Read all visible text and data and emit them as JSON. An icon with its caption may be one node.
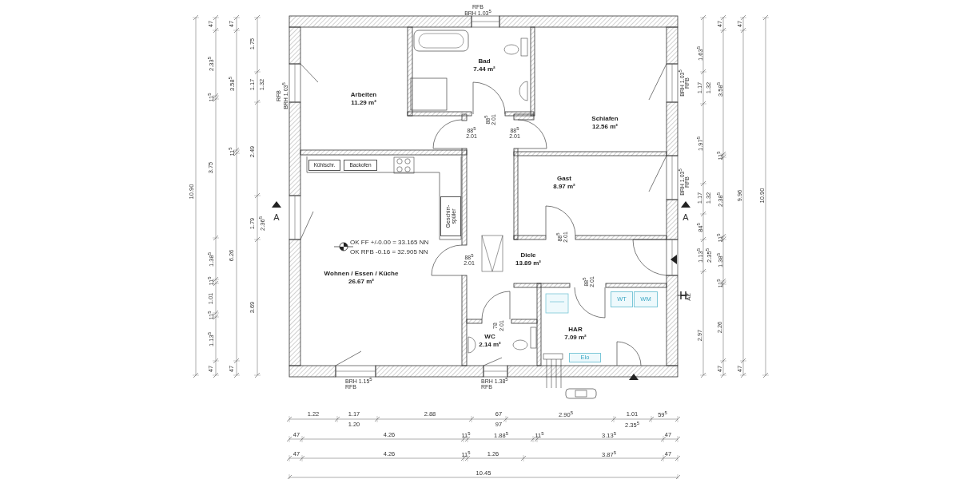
{
  "diagram": {
    "nodes": [
      {
        "text": [
          "Bad",
          "7.44 m²"
        ]
      },
      {
        "text": [
          "Arbeiten",
          "11.29 m²"
        ]
      },
      {
        "text": [
          "Schlafen",
          "12.56 m²"
        ]
      },
      {
        "text": [
          "Gast",
          "8.97 m²"
        ]
      },
      {
        "text": [
          "Wohnen / Essen / Küche",
          "26.67 m²"
        ]
      },
      {
        "text": [
          "Diele",
          "13.89 m²"
        ]
      },
      {
        "text": [
          "WC",
          "2.14 m²"
        ]
      },
      {
        "text": [
          "HAR",
          "7.09 m²"
        ]
      },
      {
        "text": [
          "Kühlschr."
        ],
        "in": 4
      },
      {
        "text": [
          "Backofen"
        ],
        "in": 4
      },
      {
        "text": [
          "Geschirr- spüler"
        ],
        "in": 4
      },
      {
        "text": [
          "WT"
        ],
        "in": 7
      },
      {
        "text": [
          "WM"
        ],
        "in": 7
      },
      {
        "text": [
          "Elo"
        ],
        "in": 7
      }
    ],
    "labels": [
      "10.90",
      "47",
      "2.33$^{5}$",
      "11$^{5}$",
      "3.75",
      "1.38$^{5}$",
      "11$^{5}$",
      "1.01",
      "11$^{5}$",
      "1.13$^{5}$",
      "47",
      "47",
      "3.58$^{5}$",
      "11$^{5}$",
      "6.26",
      "47",
      "1.75",
      "1.17",
      "1.32",
      "2.49",
      "1.79",
      "2.36$^{5}$",
      "3.69",
      "RFB",
      "BRH 1.03$^{5}$",
      "A",
      "RFB",
      "BRH 1.03$^{5}$",
      "BRH 1.03$^{5}$",
      "RFB",
      "BRH 1.03$^{5}$",
      "RFB",
      "A",
      "AZ",
      "1.63$^{5}$",
      "1.17",
      "1.32",
      "1.97$^{5}$",
      "1.17",
      "1.32",
      "84$^{5}$",
      "1.13$^{5}$",
      "2.35$^{5}$",
      "2.97",
      "47",
      "3.58$^{5}$",
      "11$^{5}$",
      "2.38$^{5}$",
      "11$^{5}$",
      "1.38$^{5}$",
      "11$^{5}$",
      "2.26",
      "47",
      "47",
      "9.96",
      "47",
      "10.90",
      "88$^{5}$",
      "2.01",
      "88$^{5}$",
      "2.01",
      "88$^{5}$",
      "2.01",
      "88$^{5}$",
      "2.01",
      "88$^{5}$",
      "2.01",
      "88$^{5}$",
      "2.01",
      "78",
      "2.01",
      "OK FF +/-0.00 = 33.165 NN",
      "OK RFB -0.16 = 32.905 NN",
      "BRH 1.15$^{5}$",
      "RFB",
      "BRH 1.38$^{5}$",
      "RFB",
      "1.22",
      "1.17",
      "2.88",
      "67",
      "2.90$^{5}$",
      "1.01",
      "59$^{5}$",
      "1.20",
      "97",
      "2.35$^{5}$",
      "47",
      "4.26",
      "11$^{5}$",
      "1.88$^{5}$",
      "11$^{5}$",
      "3.13$^{5}$",
      "47",
      "47",
      "4.26",
      "11$^{5}$",
      "1.26",
      "3.87$^{5}$",
      "47",
      "10.45"
    ]
  }
}
